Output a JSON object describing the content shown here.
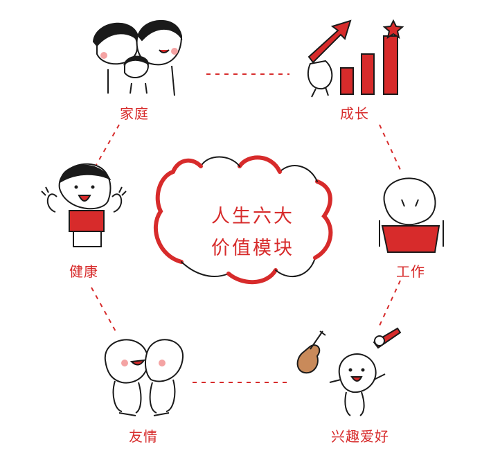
{
  "center": {
    "line1": "人生六大",
    "line2": "价值模块"
  },
  "modules": {
    "family": "家庭",
    "growth": "成长",
    "health": "健康",
    "work": "工作",
    "friendship": "友情",
    "hobbies": "兴趣爱好"
  },
  "colors": {
    "accent": "#d72b2b",
    "ink": "#1a1a1a",
    "skin": "#ffffff",
    "blush": "#f4a3a3",
    "violin": "#c98a5a"
  },
  "icons": {
    "family": "family-icon",
    "growth": "growth-chart-icon",
    "health": "strongman-icon",
    "work": "laptop-worker-icon",
    "friendship": "hugging-friends-icon",
    "hobbies": "violin-baseball-icon"
  }
}
